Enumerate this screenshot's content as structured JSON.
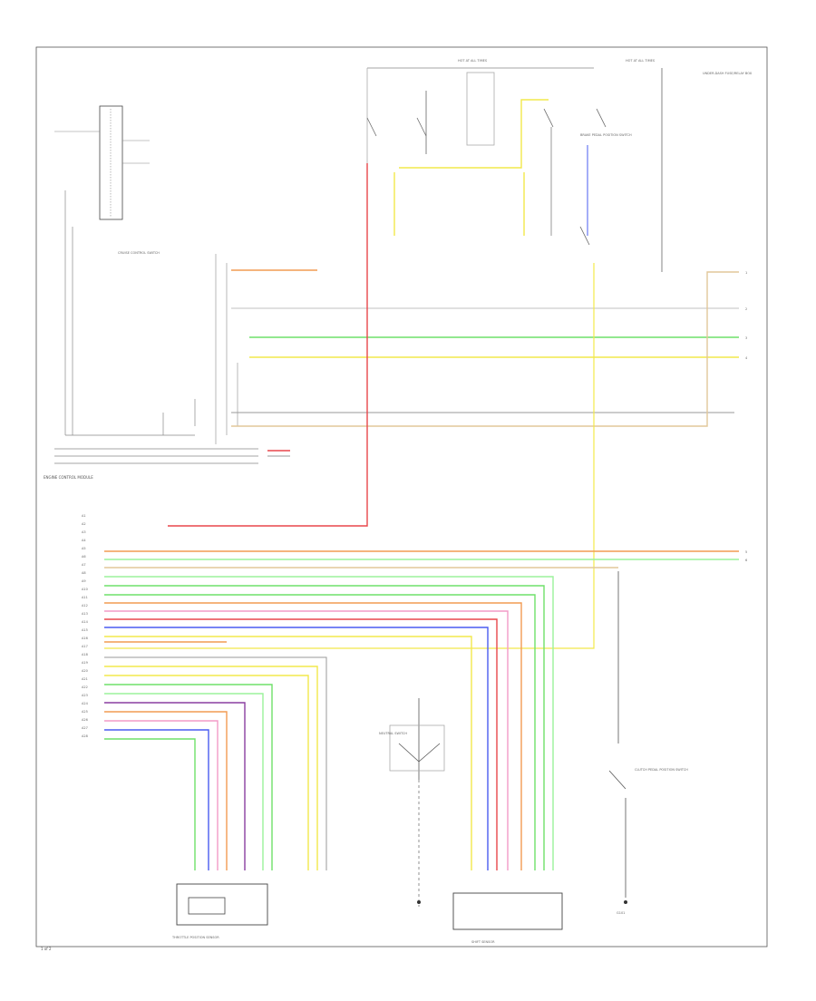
{
  "page": {
    "number": "1 of 2"
  },
  "sections": {
    "ecm_label": "ENGINE CONTROL MODULE",
    "cruise_switch": "CRUISE CONTROL SWITCH",
    "neutral_switch": "NEUTRAL SWITCH",
    "clutch_switch": "CLUTCH PEDAL POSITION SWITCH",
    "tp_sensor": "THROTTLE POSITION SENSOR",
    "shift_sensor": "SHIFT SENSOR",
    "brake_switch": "BRAKE PEDAL POSITION SWITCH",
    "ground": "G101",
    "fuse_box": "UNDER-DASH FUSE/RELAY BOX"
  },
  "hot_labels": [
    "HOT AT ALL TIMES",
    "HOT AT ALL TIMES"
  ],
  "wire_colors": {
    "red": "#e8464b",
    "yellow": "#f2e84b",
    "green": "#6fe06a",
    "blue": "#4a5cf0",
    "orange": "#f29b52",
    "pink": "#f29bc7",
    "purple": "#8a3fa0",
    "gray": "#9a9a9a",
    "black": "#222222",
    "white": "#d6d6d6",
    "ltgreen": "#9bf29b",
    "tan": "#e2c79a"
  },
  "pin_labels": [
    "A1",
    "A2",
    "A3",
    "A4",
    "A5",
    "A6",
    "A7",
    "A8",
    "A9",
    "A10",
    "A11",
    "A12",
    "A13",
    "A14",
    "A15",
    "A16",
    "A17",
    "A18",
    "A19",
    "A20",
    "A21",
    "A22",
    "A23",
    "A24",
    "A25",
    "A26",
    "A27",
    "A28"
  ],
  "right_refs": [
    "1",
    "2",
    "3",
    "4",
    "5",
    "6"
  ]
}
